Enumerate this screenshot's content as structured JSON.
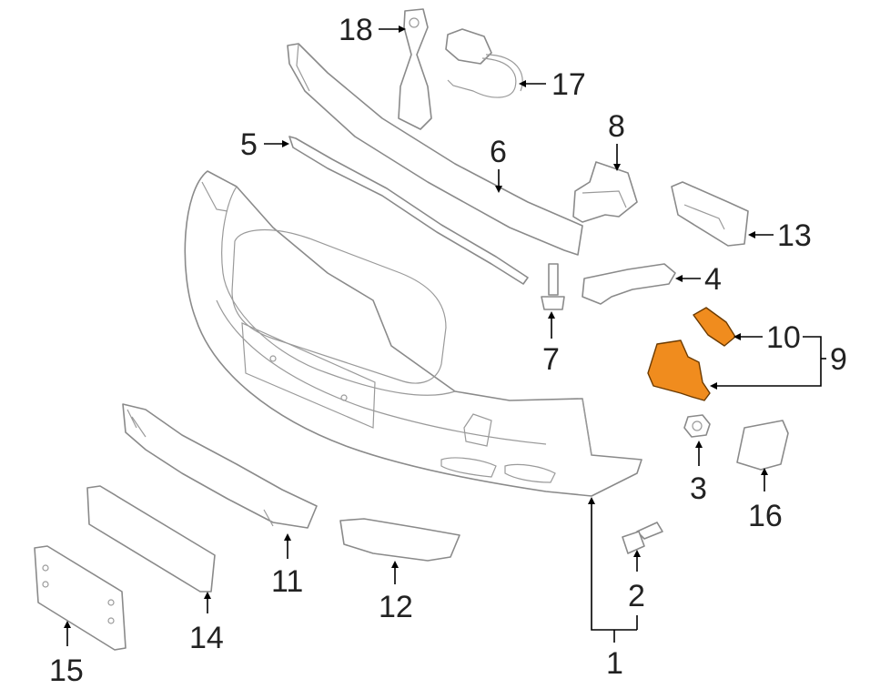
{
  "diagram": {
    "highlight_color": "#F08C1E",
    "line_color": "#8A8A8A",
    "callouts": {
      "c1": "1",
      "c2": "2",
      "c3": "3",
      "c4": "4",
      "c5": "5",
      "c6": "6",
      "c7": "7",
      "c8": "8",
      "c9": "9",
      "c10": "10",
      "c11": "11",
      "c12": "12",
      "c13": "13",
      "c14": "14",
      "c15": "15",
      "c16": "16",
      "c17": "17",
      "c18": "18"
    }
  }
}
